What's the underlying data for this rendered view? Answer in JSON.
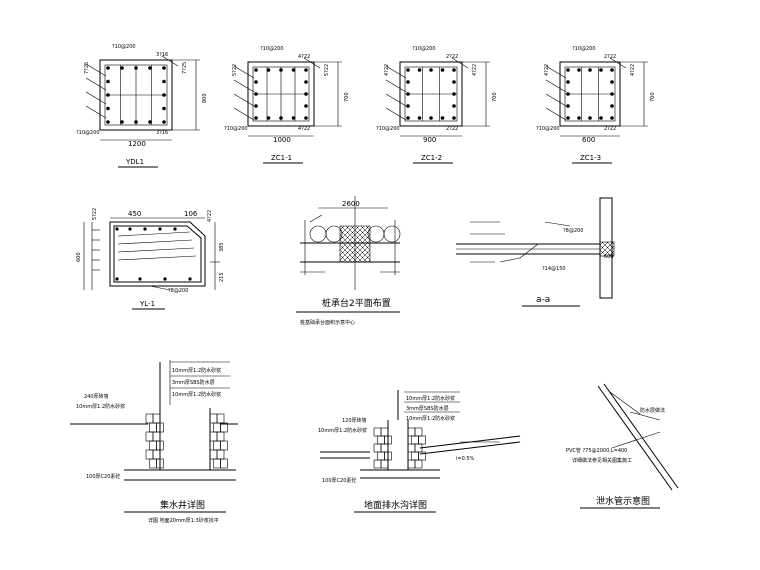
{
  "sections": [
    {
      "id": "ydl1",
      "title": "YDL1",
      "top_bar": "?10@200",
      "top_right": "3?16",
      "left_side": "7?25",
      "right_side": "7?25",
      "bottom_left": "?10@200",
      "bottom_right": "3?16",
      "width_dim": "1200",
      "height_dim": "800"
    },
    {
      "id": "zc1_1",
      "title": "ZC1-1",
      "top_bar": "?10@200",
      "top_right": "4?22",
      "left_side": "5?22",
      "right_side": "5?22",
      "bottom_left": "?10@200",
      "bottom_right": "4?22",
      "width_dim": "1000",
      "height_dim": "700"
    },
    {
      "id": "zc1_2",
      "title": "ZC1-2",
      "top_bar": "?10@200",
      "top_right": "2?22",
      "left_side": "4?22",
      "right_side": "4?22",
      "bottom_left": "?10@200",
      "bottom_right": "2?22",
      "width_dim": "900",
      "height_dim": "700"
    },
    {
      "id": "zc1_3",
      "title": "ZC1-3",
      "top_bar": "?10@200",
      "top_right": "2?22",
      "left_side": "4?22",
      "right_side": "4?22",
      "bottom_left": "?10@200",
      "bottom_right": "2?22",
      "width_dim": "600",
      "height_dim": "700"
    }
  ],
  "yl1": {
    "title": "YL-1",
    "top_left": "5?22",
    "top_w1": "450",
    "top_w2": "106",
    "top_right": "4?22",
    "left_dim": "600",
    "right_dim1": "385",
    "right_dim2": "215",
    "stirrup": "?8@200"
  },
  "pile": {
    "dim": "2600",
    "title": "桩承台2平面布置",
    "subtitle": "桩基础承台面积示意中心"
  },
  "aa": {
    "label1": "?8@200",
    "label2": "?14@150",
    "section": "a-a",
    "pile_label": "600"
  },
  "sump": {
    "title": "集水井详图",
    "note": "详图  地面20mm厚1:3砂浆找平",
    "l1": "10mm厚1:2防水砂浆",
    "l2": "3mm厚SBS防水层",
    "l3": "10mm厚1:2防水砂浆",
    "wall": "240厚砖墙",
    "wall2": "10mm厚1:2防水砂浆",
    "base": "100厚C20素砼"
  },
  "trench": {
    "title": "地面排水沟详图",
    "l1": "10mm厚1:2防水砂浆",
    "l2": "3mm厚SBS防水层",
    "l3": "10mm厚1:2防水砂浆",
    "wall": "120厚砖墙",
    "wall2": "10mm厚1:2防水砂浆",
    "slope": "i=0.5%",
    "base": "100厚C20素砼"
  },
  "pipe": {
    "title": "泄水管示意图",
    "label": "PVC管 ?75@2000,L=400",
    "note": "详细做法参见相关图集施工",
    "top": "防水层做法"
  }
}
